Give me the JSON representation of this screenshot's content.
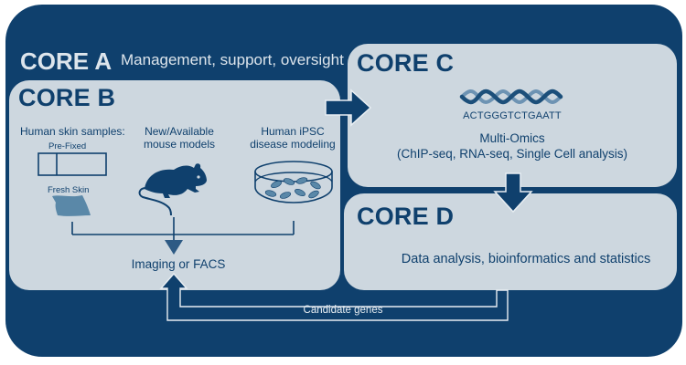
{
  "colors": {
    "navy": "#0f406d",
    "panel": "#cdd7df",
    "light_text": "#dde5ec",
    "skin": "#5a88a8",
    "dna_dark": "#1c4f7a",
    "dna_light": "#6d93b3"
  },
  "core_a": {
    "title": "CORE A",
    "description": "Management, support, oversight"
  },
  "core_b": {
    "title": "CORE B",
    "sources": [
      {
        "label_line1": "Human skin samples:",
        "label_line2": "",
        "icon": "skin-samples-icon"
      },
      {
        "label_line1": "New/Available",
        "label_line2": "mouse models",
        "icon": "mouse-icon"
      },
      {
        "label_line1": "Human iPSC",
        "label_line2": "disease modeling",
        "icon": "petri-dish-icon"
      }
    ],
    "pre_fixed_label": "Pre-Fixed",
    "fresh_skin_label": "Fresh Skin",
    "output_label": "Imaging or FACS"
  },
  "core_c": {
    "title": "CORE C",
    "sequence": "ACTGGGTCTGAATT",
    "line1": "Multi-Omics",
    "line2": "(ChIP-seq, RNA-seq, Single Cell analysis)"
  },
  "core_d": {
    "title": "CORE D",
    "description": "Data analysis, bioinformatics and statistics"
  },
  "feedback": {
    "label": "Candidate genes"
  }
}
